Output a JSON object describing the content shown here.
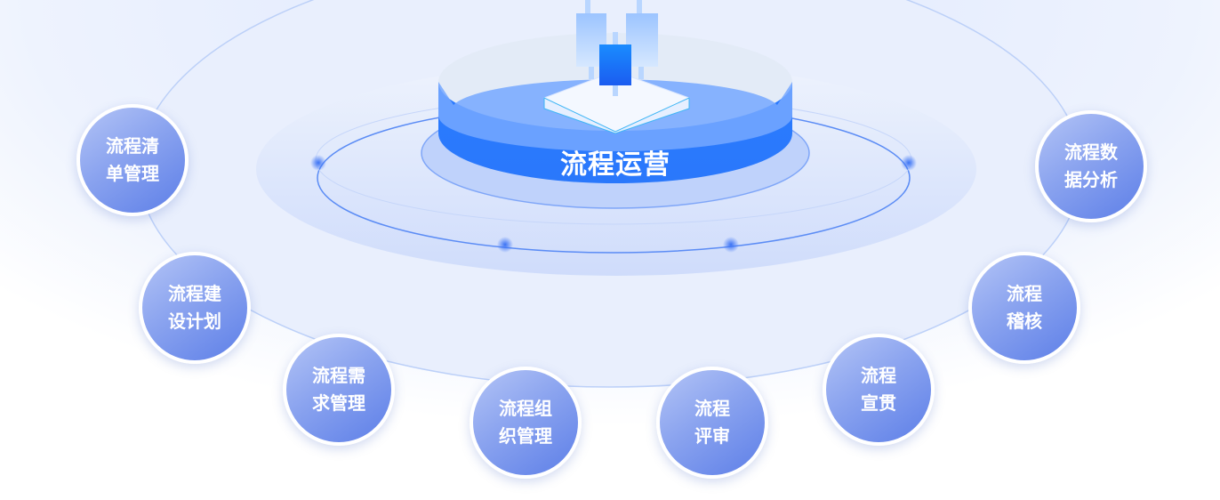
{
  "center": {
    "title": "流程运营"
  },
  "colors": {
    "primary": "#2b7bff",
    "bubble_start": "#b3c4f6",
    "bubble_end": "#5d7fe8"
  },
  "modules": [
    {
      "lines": [
        "流程清",
        "单管理"
      ]
    },
    {
      "lines": [
        "流程建",
        "设计划"
      ]
    },
    {
      "lines": [
        "流程需",
        "求管理"
      ]
    },
    {
      "lines": [
        "流程组",
        "织管理"
      ]
    },
    {
      "lines": [
        "流程",
        "评审"
      ]
    },
    {
      "lines": [
        "流程",
        "宣贯"
      ]
    },
    {
      "lines": [
        "流程",
        "稽核"
      ]
    },
    {
      "lines": [
        "流程数",
        "据分析"
      ]
    }
  ]
}
